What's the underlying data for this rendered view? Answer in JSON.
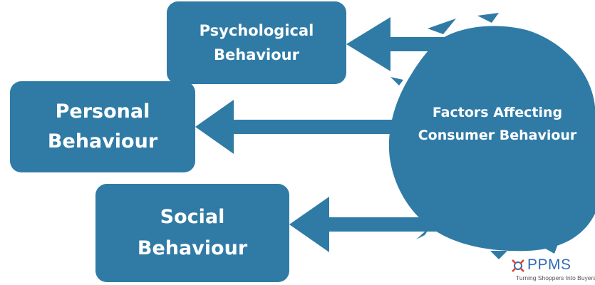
{
  "diagram": {
    "center": {
      "line1": "Factors Affecting",
      "line2": "Consumer Behaviour"
    },
    "nodes": {
      "psychological": {
        "line1": "Psychological",
        "line2": "Behaviour"
      },
      "personal": {
        "line1": "Personal",
        "line2": "Behaviour"
      },
      "social": {
        "line1": "Social",
        "line2": "Behaviour"
      }
    }
  },
  "logo": {
    "name": "PPMS",
    "tagline": "Turning Shoppers Into Buyers"
  },
  "colors": {
    "primary": "#2f7ba6",
    "logo_blue": "#2f6db5",
    "logo_red": "#d9432f",
    "background": "#ffffff"
  }
}
